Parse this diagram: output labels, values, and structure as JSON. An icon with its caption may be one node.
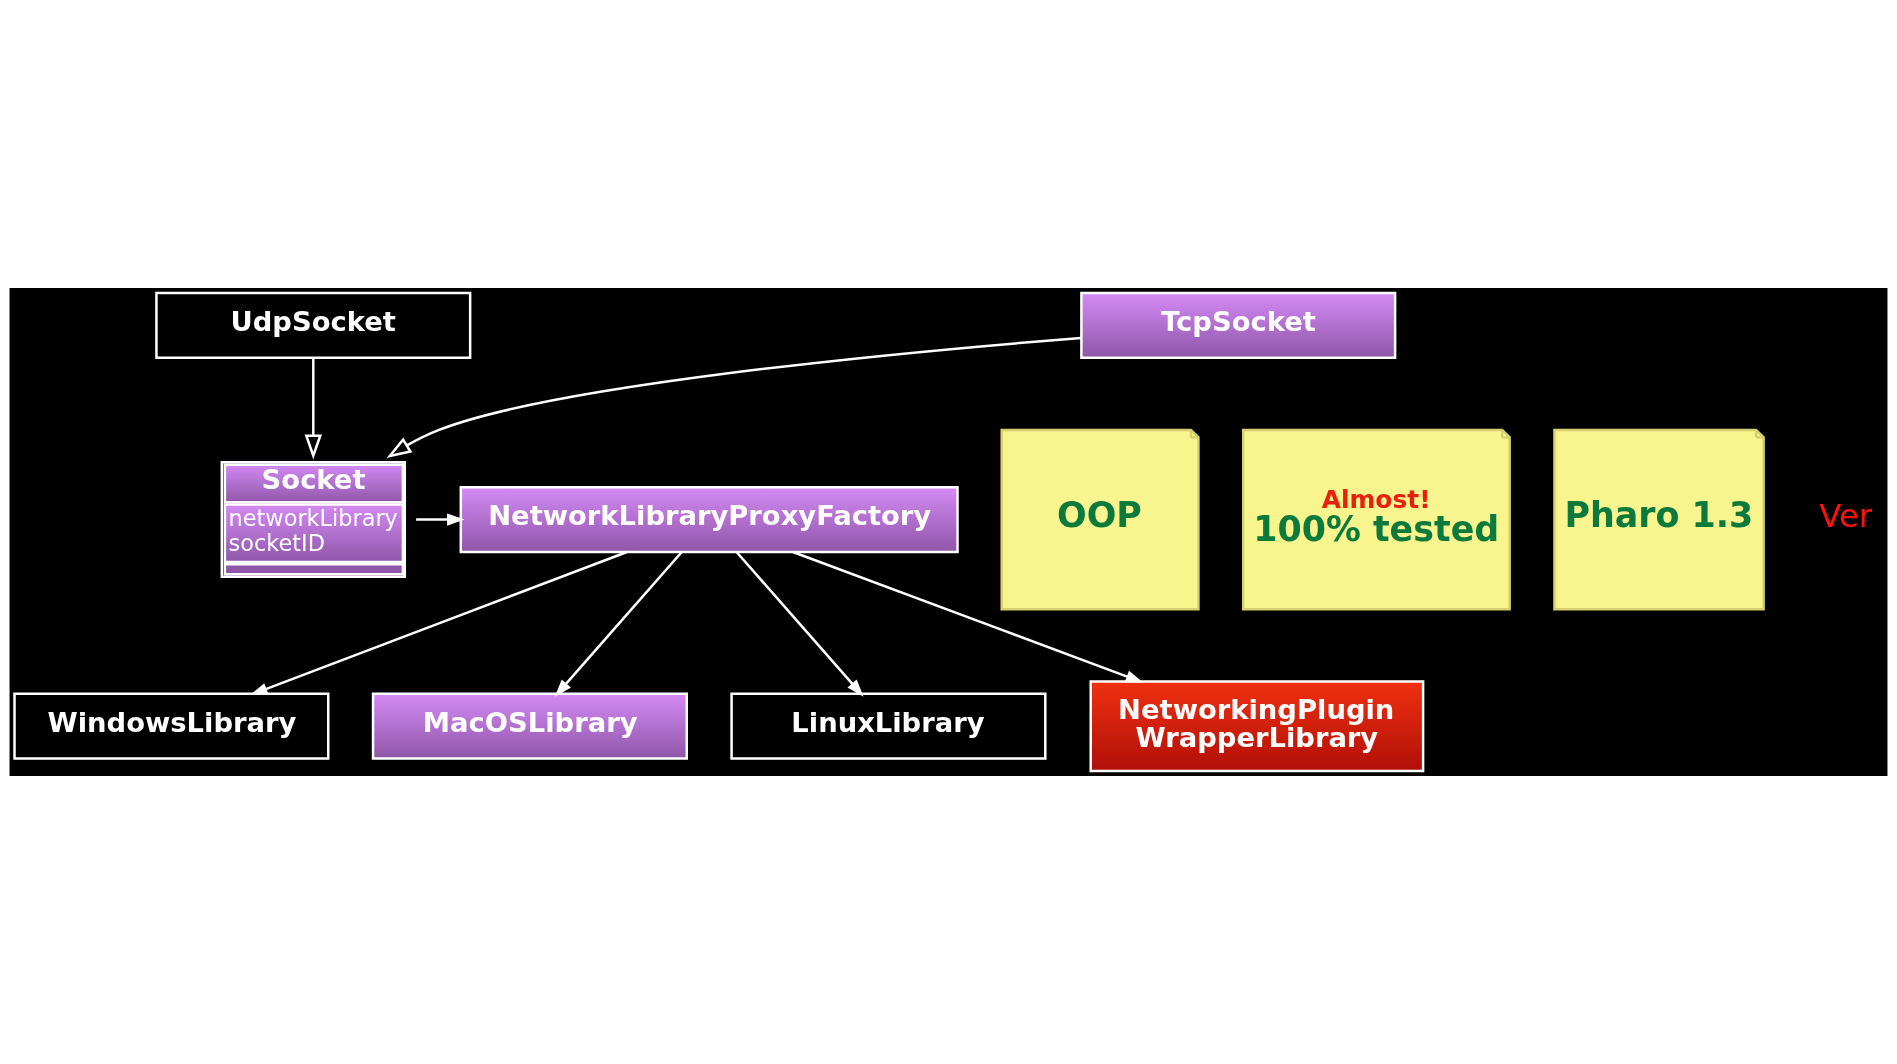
{
  "diagram": {
    "nodes": [
      {
        "text": [
          "Socket",
          "networkLibrary socketID"
        ]
      },
      {
        "text": [
          "NetworkLibraryProxyFactory"
        ]
      },
      {
        "text": [
          "TcpSocket"
        ]
      },
      {
        "text": [
          "UdpSocket"
        ]
      },
      {
        "text": [
          "WindowsLibrary"
        ]
      },
      {
        "text": [
          "MacOSLibrary"
        ]
      },
      {
        "text": [
          "LinuxLibrary"
        ]
      },
      {
        "text": [
          "NetworkingPlugin WrapperLibrary"
        ]
      },
      {
        "text": [
          "OOP"
        ]
      },
      {
        "text": [
          "Almost!",
          "100% tested"
        ]
      },
      {
        "text": [
          "Pharo 1.3"
        ]
      }
    ],
    "edges": [
      {
        "from": 0,
        "to": 1,
        "arrow": "to"
      },
      {
        "from": 2,
        "to": 0,
        "arrow": "to"
      },
      {
        "from": 3,
        "to": 0,
        "arrow": "to"
      },
      {
        "from": 1,
        "to": 4,
        "arrow": "to"
      },
      {
        "from": 1,
        "to": 5,
        "arrow": "to"
      },
      {
        "from": 1,
        "to": 6,
        "arrow": "to"
      },
      {
        "from": 1,
        "to": 7,
        "arrow": "to"
      }
    ],
    "labels": [
      "Ver"
    ]
  }
}
